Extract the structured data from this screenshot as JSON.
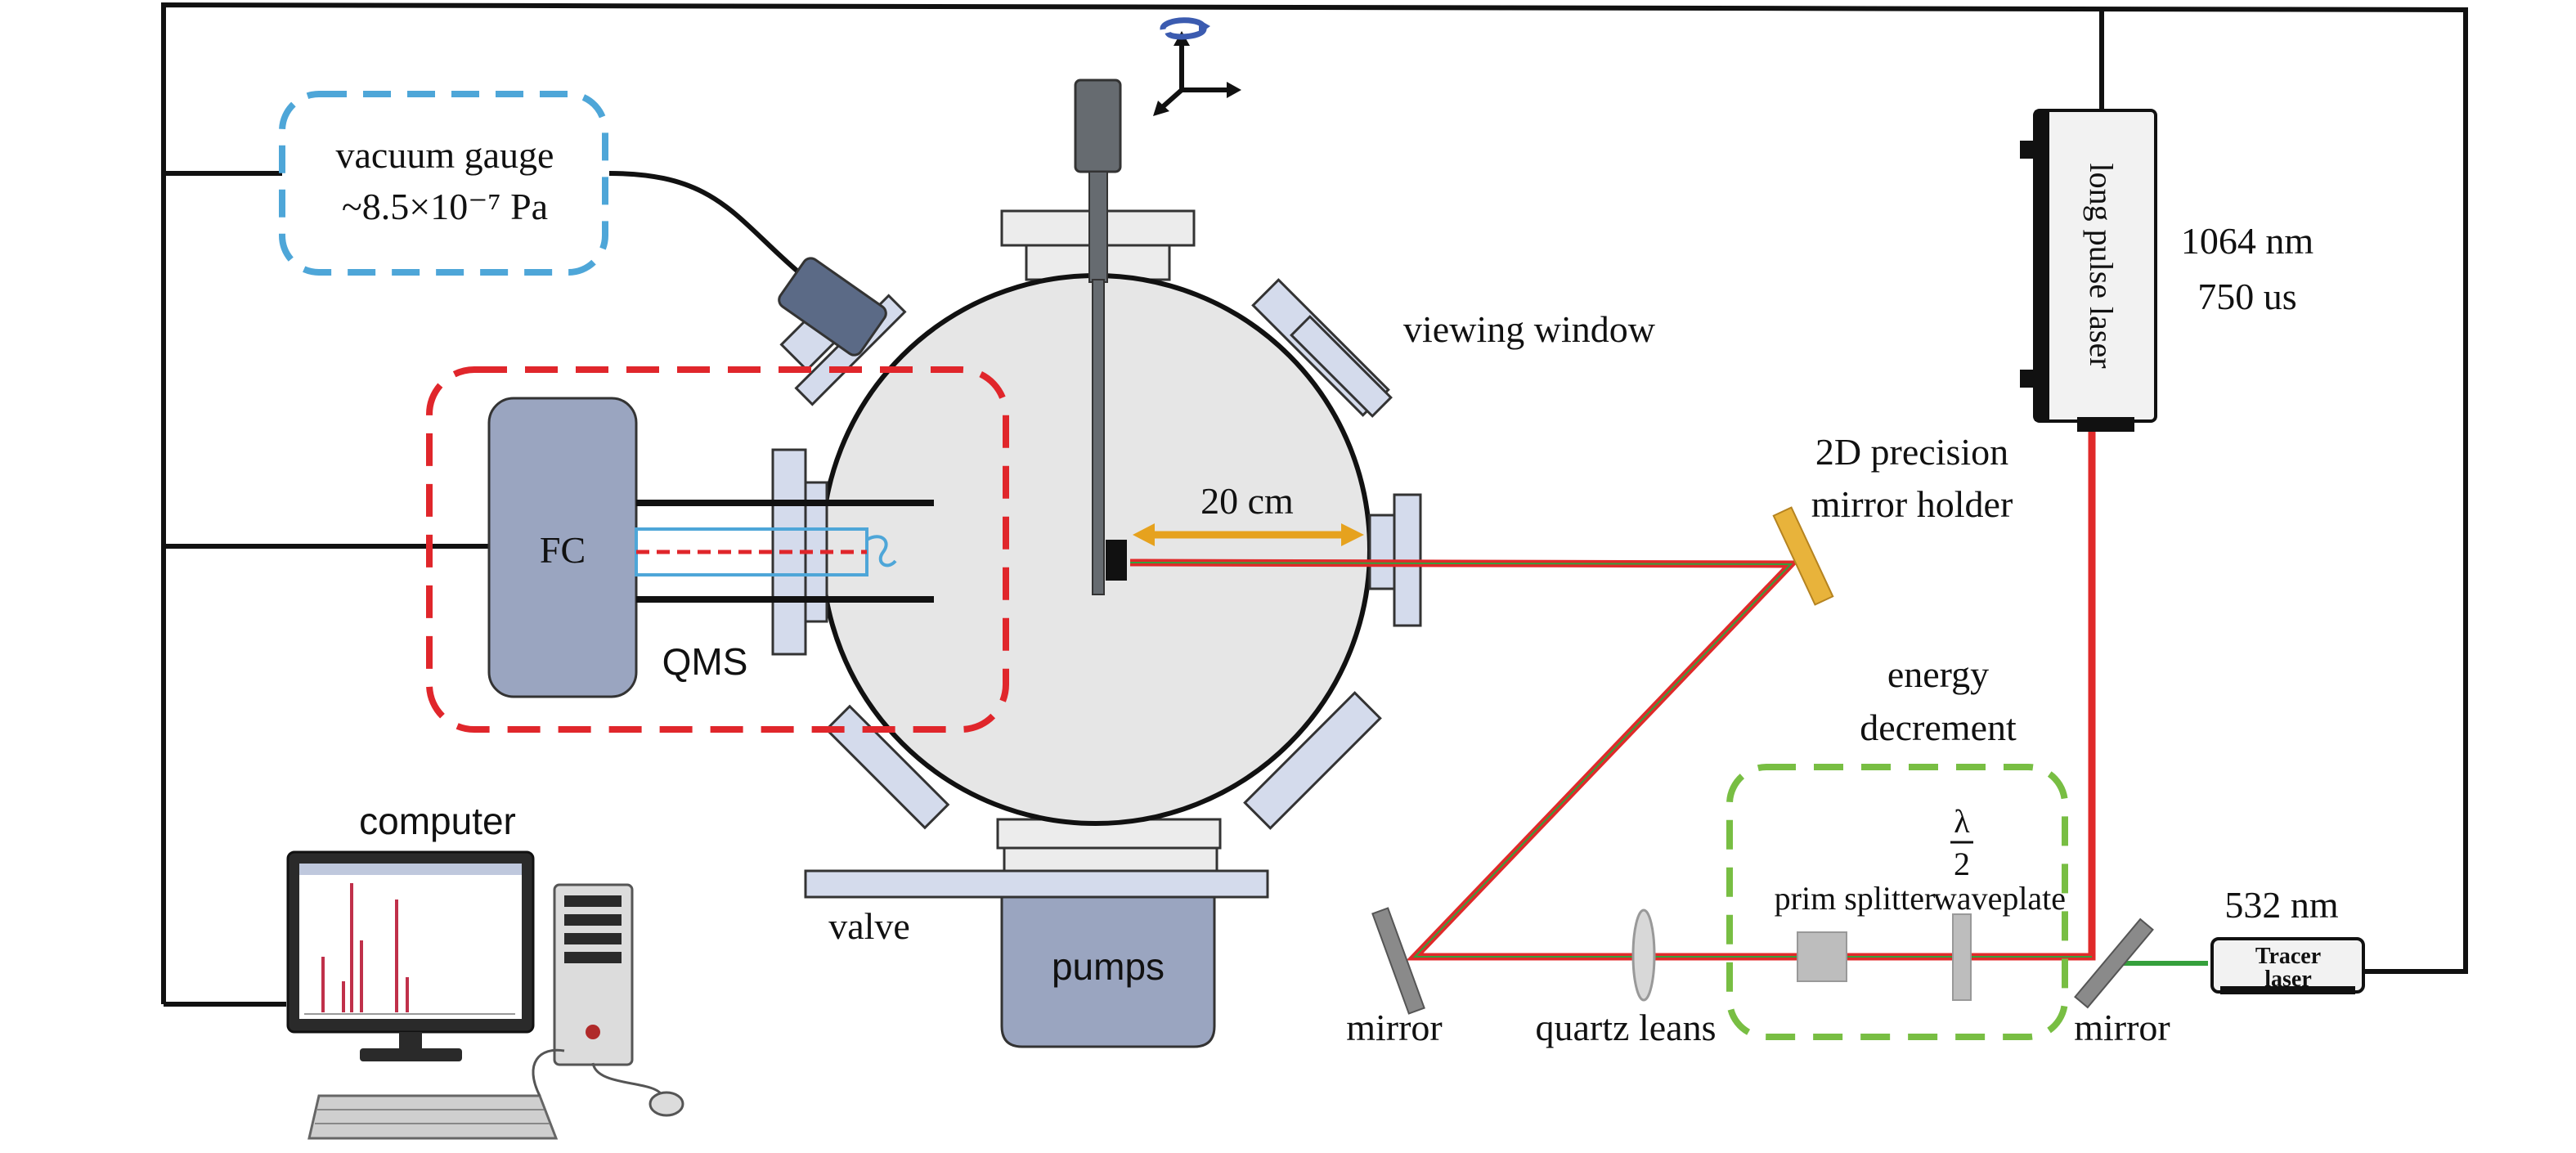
{
  "labels": {
    "vacuum_gauge_line1": "vacuum gauge",
    "vacuum_gauge_line2": "~8.5×10⁻⁷ Pa",
    "fc": "FC",
    "qms": "QMS",
    "viewing_window": "viewing window",
    "distance": "20 cm",
    "mirror_holder_line1": "2D precision",
    "mirror_holder_line2": "mirror holder",
    "energy_line1": "energy",
    "energy_line2": "decrement",
    "lambda_num": "λ",
    "lambda_den": "2",
    "prim_splitter": "prim splitter",
    "waveplate": "waveplate",
    "long_pulse_laser": "long pulse laser",
    "laser_wavelength": "1064 nm",
    "laser_pulse": "750 us",
    "tracer_wavelength": "532 nm",
    "tracer_line1": "Tracer",
    "tracer_line2": "laser",
    "computer": "computer",
    "valve": "valve",
    "pumps": "pumps",
    "mirror_left": "mirror",
    "quartz_lens": "quartz leans",
    "mirror_right": "mirror"
  },
  "colors": {
    "chamber": "#e6e6e6",
    "component_blue": "#8f9ab8",
    "vacuum_box": "#4ea6d8",
    "qms_box": "#e0262b",
    "energy_box": "#78be43",
    "laser_red": "#e02a2a",
    "laser_green": "#35a03c",
    "mirror_holder": "#e8b33b",
    "distance_arrow": "#e6a21e",
    "rotation_arrow": "#3b5bb0"
  }
}
